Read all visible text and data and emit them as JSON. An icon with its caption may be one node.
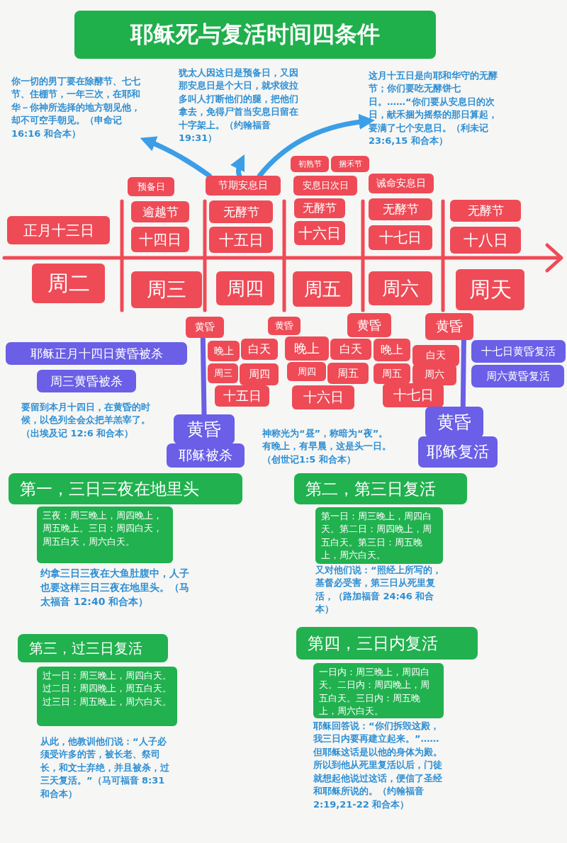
{
  "diagram": {
    "nodes": [
      {
        "text": [
          "耶稣死与复活时间四条件"
        ]
      },
      {
        "text": [
          "你一切的男丁要在除酵节、七七节、住棚节，一年三次，在耶和华－你神所选择的地方朝见他，却不可空手朝见。（申命记 16:16 和合本）"
        ]
      },
      {
        "text": [
          "犹太人因这日是预备日，又因那安息日是个大日，就求彼拉多叫人打断他们的腿，把他们拿去，免得尸首当安息日留在十字架上。（约翰福音 19:31）"
        ]
      },
      {
        "text": [
          "这月十五日是向耶和华守的无酵节；你们要吃无酵饼七日。……“你们要从安息日的次日，献禾捆为摇祭的那日算起，要满了七个安息日。（利未记 23:6,15 和合本）"
        ]
      },
      {
        "text": [
          "初熟节"
        ]
      },
      {
        "text": [
          "捆禾节"
        ]
      },
      {
        "text": [
          "预备日"
        ]
      },
      {
        "text": [
          "节期安息日"
        ]
      },
      {
        "text": [
          "安息日次日"
        ]
      },
      {
        "text": [
          "诫命安息日"
        ]
      },
      {
        "text": [
          "正月十三日"
        ]
      },
      {
        "text": [
          "逾越节"
        ]
      },
      {
        "text": [
          "十四日"
        ]
      },
      {
        "text": [
          "无酵节"
        ]
      },
      {
        "text": [
          "十五日"
        ]
      },
      {
        "text": [
          "无酵节"
        ]
      },
      {
        "text": [
          "十六日"
        ]
      },
      {
        "text": [
          "无酵节"
        ]
      },
      {
        "text": [
          "十七日"
        ]
      },
      {
        "text": [
          "无酵节"
        ]
      },
      {
        "text": [
          "十八日"
        ]
      },
      {
        "text": [
          "周二"
        ]
      },
      {
        "text": [
          "周三"
        ]
      },
      {
        "text": [
          "周四"
        ]
      },
      {
        "text": [
          "周五"
        ]
      },
      {
        "text": [
          "周六"
        ]
      },
      {
        "text": [
          "周天"
        ]
      },
      {
        "text": [
          "黄昏"
        ]
      },
      {
        "text": [
          "黄昏"
        ]
      },
      {
        "text": [
          "黄昏"
        ]
      },
      {
        "text": [
          "黄昏"
        ]
      },
      {
        "text": [
          "耶稣正月十四日黄昏被杀"
        ]
      },
      {
        "text": [
          "周三黄昏被杀"
        ]
      },
      {
        "text": [
          "晚上"
        ]
      },
      {
        "text": [
          "白天"
        ]
      },
      {
        "text": [
          "周三"
        ]
      },
      {
        "text": [
          "周四"
        ]
      },
      {
        "text": [
          "十五日"
        ]
      },
      {
        "text": [
          "晚上"
        ]
      },
      {
        "text": [
          "白天"
        ]
      },
      {
        "text": [
          "周四"
        ]
      },
      {
        "text": [
          "周五"
        ]
      },
      {
        "text": [
          "十六日"
        ]
      },
      {
        "text": [
          "晚上"
        ]
      },
      {
        "text": [
          "白天"
        ]
      },
      {
        "text": [
          "周五"
        ]
      },
      {
        "text": [
          "周六"
        ]
      },
      {
        "text": [
          "十七日"
        ]
      },
      {
        "text": [
          "十七日黄昏复活"
        ]
      },
      {
        "text": [
          "周六黄昏复活"
        ]
      },
      {
        "text": [
          "要留到本月十四日，在黄昏的时候，以色列全会众把羊羔宰了。（出埃及记 12:6 和合本）"
        ]
      },
      {
        "text": [
          "黄昏"
        ]
      },
      {
        "text": [
          "耶稣被杀"
        ]
      },
      {
        "text": [
          "神称光为“昼”，称暗为“夜”。有晚上，有早晨，这是头一日。（创世记1:5 和合本）"
        ]
      },
      {
        "text": [
          "黄昏"
        ]
      },
      {
        "text": [
          "耶稣复活"
        ]
      },
      {
        "text": [
          "第一，三日三夜在地里头"
        ]
      },
      {
        "text": [
          "三夜：周三晚上，周四晚上，周五晚上。三日：周四白天，周五白天，周六白天。"
        ]
      },
      {
        "text": [
          "约拿三日三夜在大鱼肚腹中，人子也要这样三日三夜在地里头。（马太福音 12:40 和合本）"
        ]
      },
      {
        "text": [
          "第二，第三日复活"
        ]
      },
      {
        "text": [
          "第一日：周三晚上，周四白天。第二日：周四晚上，周五白天。第三日：周五晚上，周六白天。"
        ]
      },
      {
        "text": [
          "又对他们说：“照经上所写的，基督必受害，第三日从死里复活，（路加福音 24:46 和合本）"
        ]
      },
      {
        "text": [
          "第三，过三日复活"
        ]
      },
      {
        "text": [
          "过一日：周三晚上，周四白天。过二日：周四晚上，周五白天。过三日：周五晚上，周六白天。"
        ]
      },
      {
        "text": [
          "从此，他教训他们说：“人子必须受许多的苦，被长老、祭司长，和文士弃绝，并且被杀，过三天复活。”（马可福音 8:31 和合本）"
        ]
      },
      {
        "text": [
          "第四，三日内复活"
        ]
      },
      {
        "text": [
          "一日内：周三晚上，周四白天。二日内：周四晚上，周五白天。三日内：周五晚上，周六白天。"
        ]
      },
      {
        "text": [
          "耶稣回答说：“你们拆毁这殿，我三日内要再建立起来。”……但耶稣这话是以他的身体为殿。所以到他从死里复活以后，门徒就想起他说过这话，便信了圣经和耶稣所说的。（约翰福音 2:19,21-22 和合本）"
        ]
      }
    ],
    "edges": [
      {
        "from": 7,
        "to": 1,
        "arrow": "to"
      },
      {
        "from": 7,
        "to": 2,
        "arrow": "to"
      },
      {
        "from": 7,
        "to": 3,
        "arrow": "to"
      },
      {
        "from": 27,
        "to": 51,
        "arrow": "none",
        "color": "#6a5fe6"
      },
      {
        "from": 30,
        "to": 54,
        "arrow": "none",
        "color": "#6a5fe6"
      }
    ]
  }
}
